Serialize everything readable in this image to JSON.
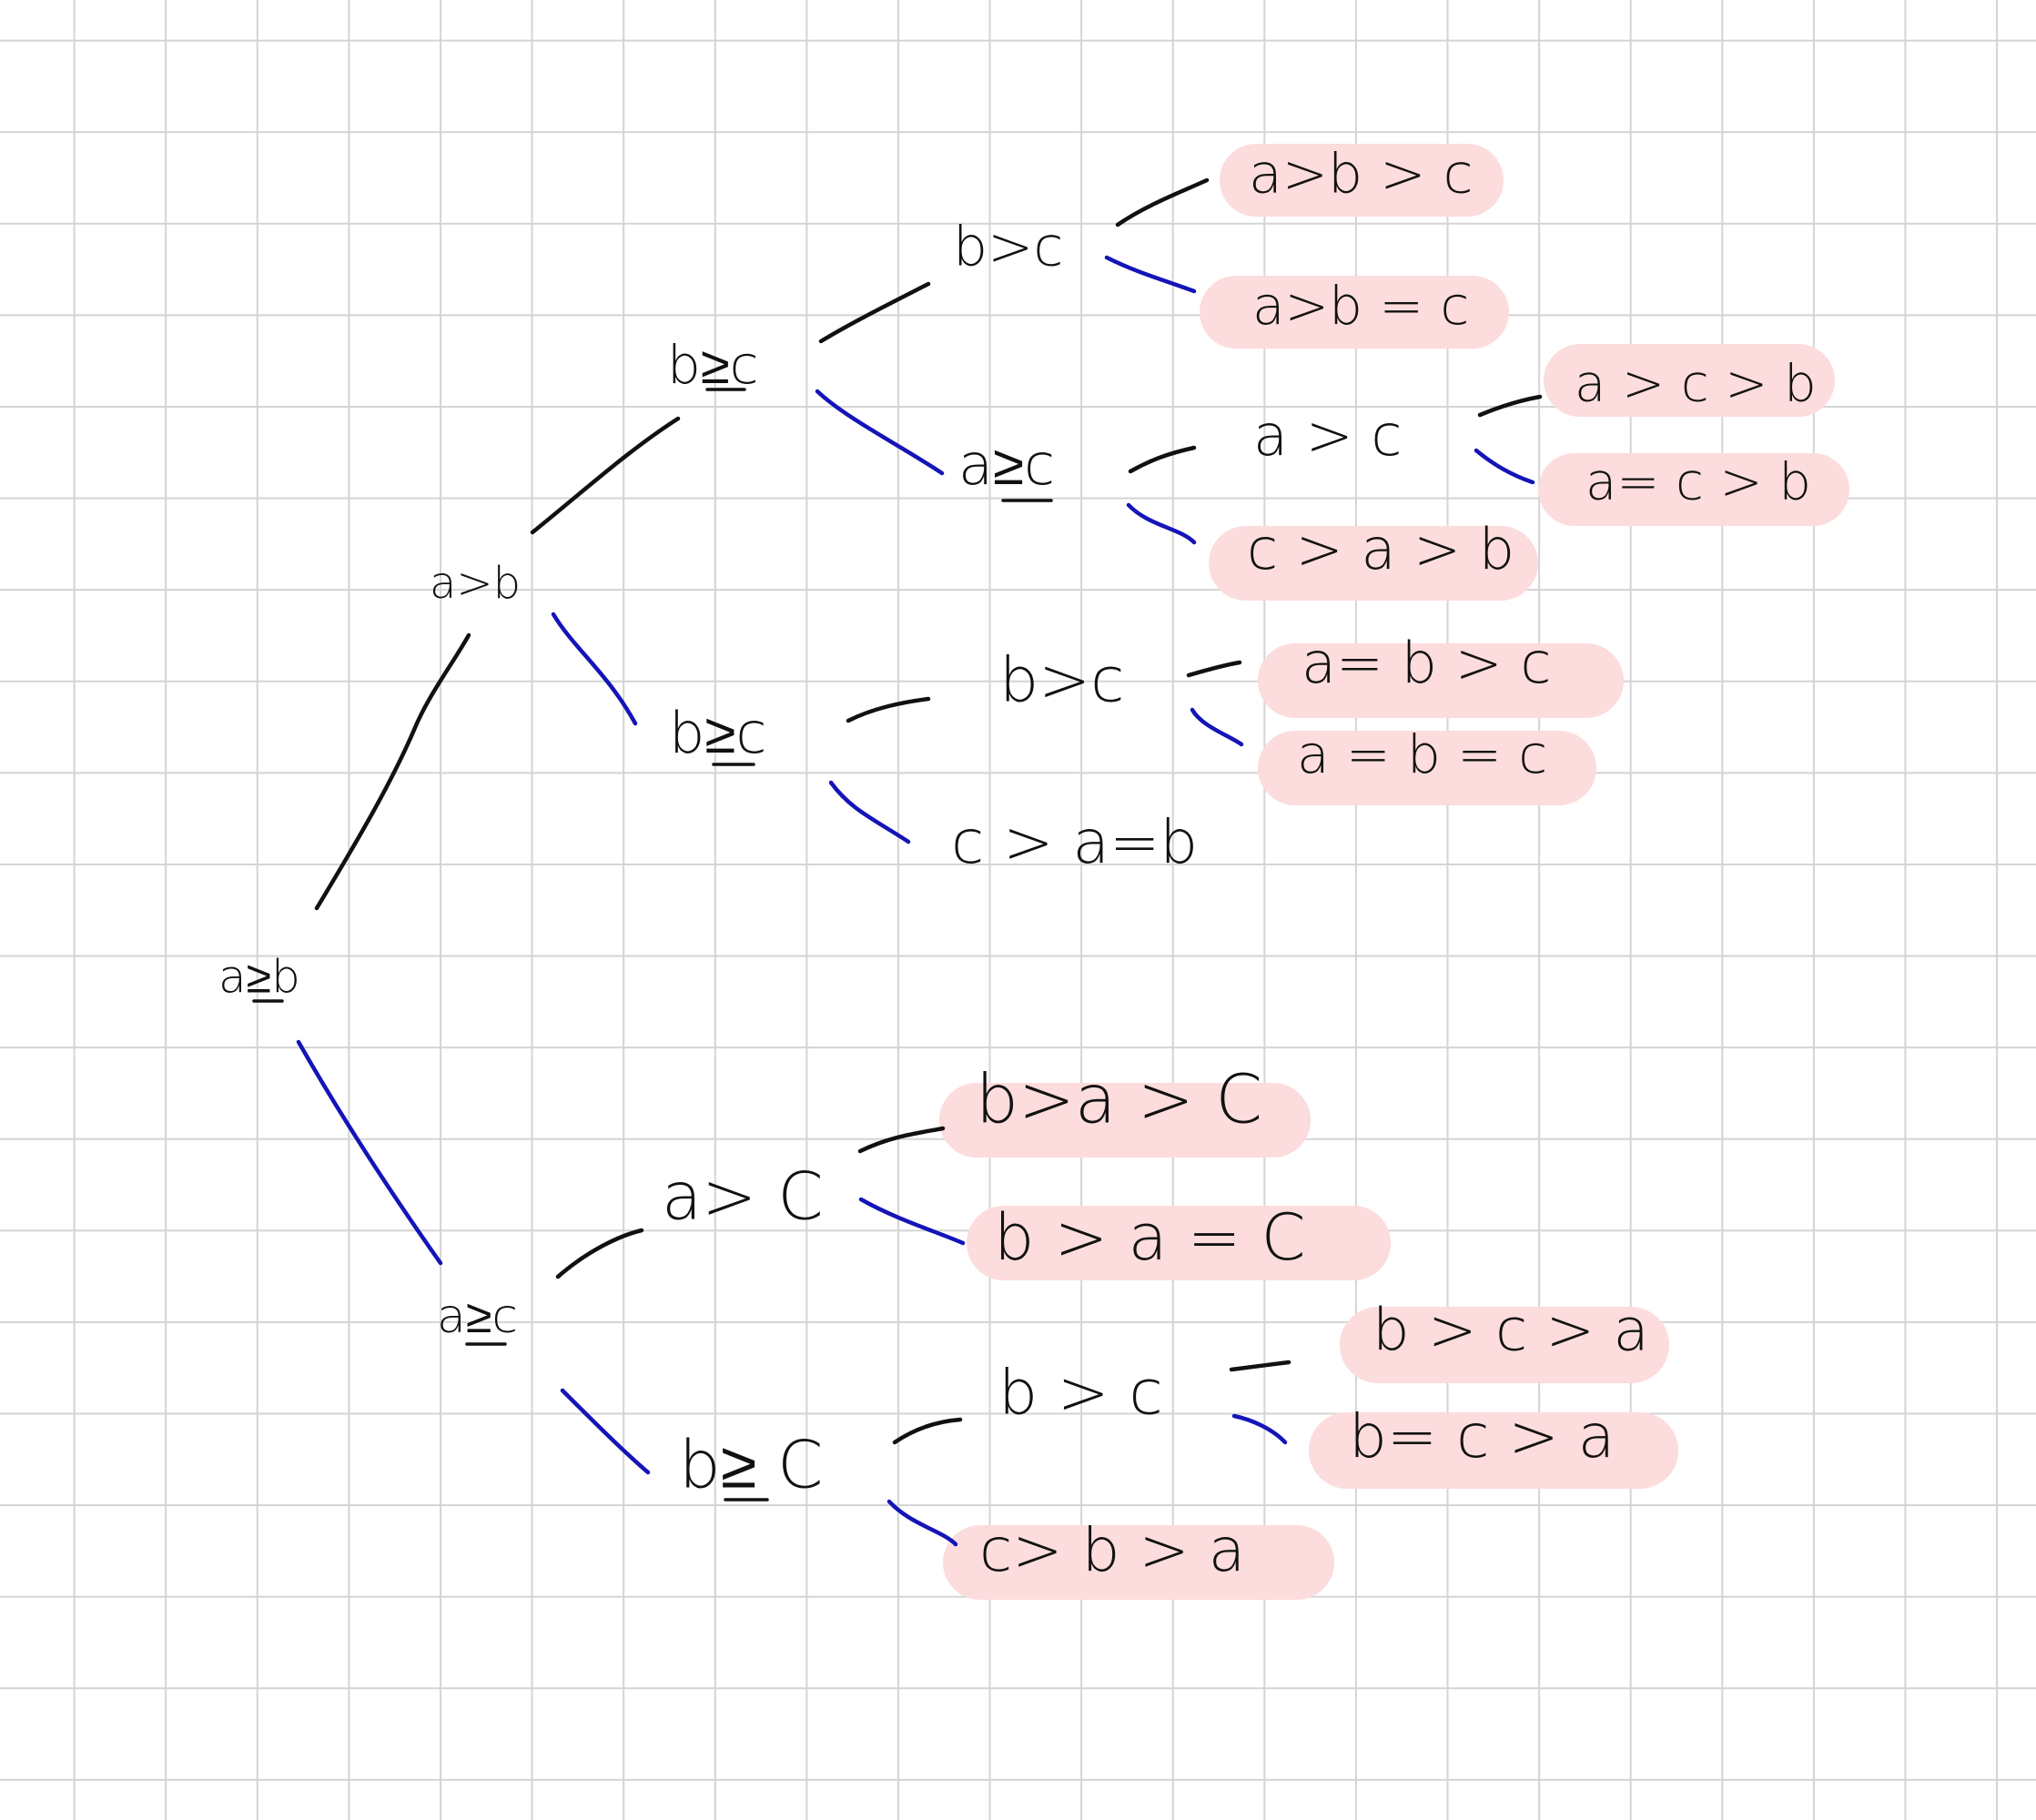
{
  "nodes": {
    "root": "a≥b",
    "n_a_gt_b": "a>b",
    "n_b_ge_c_1": "b≥c",
    "n_b_gt_c_1": "b>c",
    "n_a_ge_c_1": "a≥c",
    "n_a_gt_c_1": "a > c",
    "n_b_ge_c_2": "b≥c",
    "n_b_gt_c_2": "b>c",
    "n_a_ge_c_2": "a≥c",
    "n_a_gt_c_2": "a> C",
    "n_b_ge_c_3": "b≥ C",
    "n_b_gt_c_3": "b > c"
  },
  "leaves": {
    "l1": "a>b > c",
    "l2": "a>b = c",
    "l3": "a > c > b",
    "l4": "a= c > b",
    "l5": "c > a > b",
    "l6": "a= b > c",
    "l7": "a = b = c",
    "l8": "c > a=b",
    "l9": "b>a > C",
    "l10": "b > a = C",
    "l11": "b > c > a",
    "l12": "b= c > a",
    "l13": "c> b > a"
  },
  "colors": {
    "true_branch": "#111111",
    "false_branch": "#1414b8",
    "leaf_highlight": "#fcdcdc",
    "grid": "#d4d4d4"
  }
}
